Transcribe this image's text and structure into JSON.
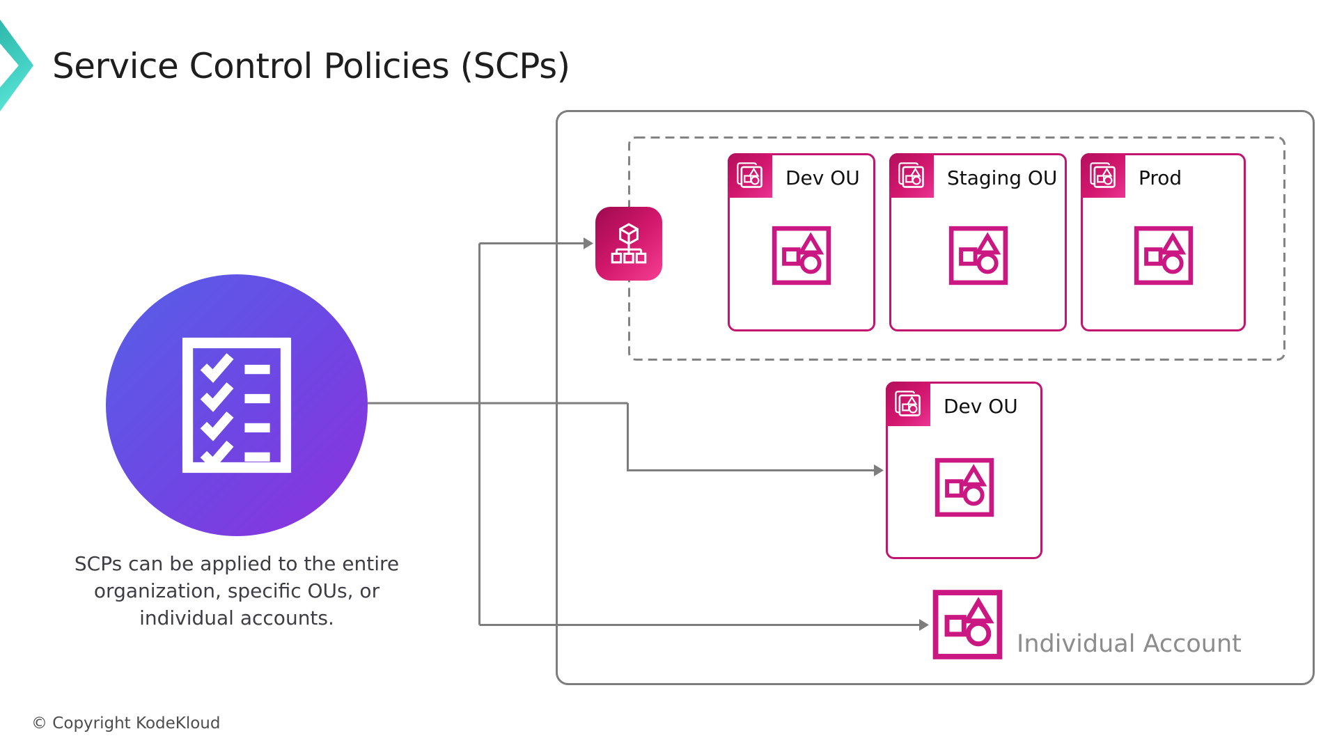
{
  "slide": {
    "title": "Service Control Policies (SCPs)",
    "caption_lines": [
      "SCPs can be applied to the entire",
      "organization, specific OUs, or",
      "individual accounts."
    ],
    "copyright": "© Copyright KodeKloud"
  },
  "diagram": {
    "ou_row_cards": [
      {
        "label": "Dev OU"
      },
      {
        "label": "Staging OU"
      },
      {
        "label": "Prod"
      }
    ],
    "single_ou_card": {
      "label": "Dev OU"
    },
    "individual_account": {
      "label": "Individual Account"
    }
  },
  "icons": {
    "logo": "kodekloud-chevron-icon",
    "policy": "checklist-icon",
    "organizations": "aws-organizations-icon",
    "organizational_unit": "ou-documents-badge-icon",
    "account": "aws-account-shapes-icon"
  },
  "colors": {
    "accent_teal": "#35c3b7",
    "circle_gradient_start": "#5560e8",
    "circle_gradient_end": "#8f31dc",
    "pink_border": "#c2156f",
    "pink_gradient_start": "#9e0a4e",
    "pink_gradient_end": "#f53e92",
    "connector_gray": "#7d7d7d",
    "title_text": "#1e1e1e",
    "caption_text": "#3d3d44",
    "muted_label_text": "#8c8c8c"
  }
}
